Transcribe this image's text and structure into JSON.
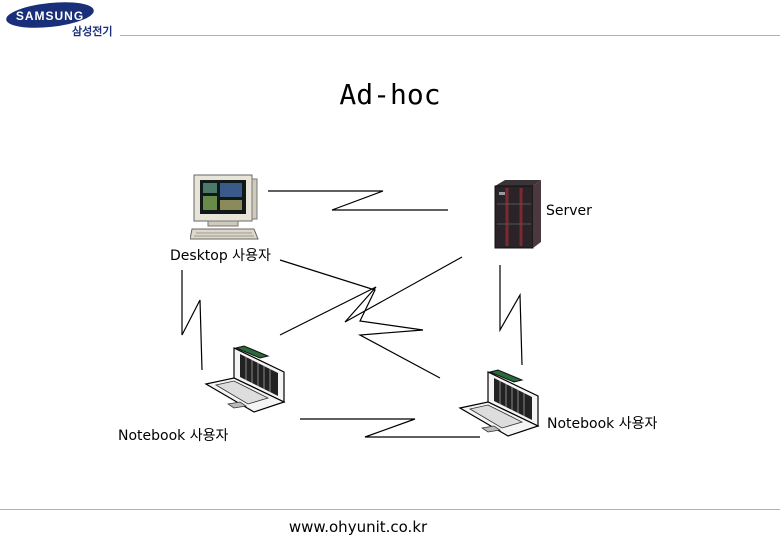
{
  "header": {
    "logo_text": "SAMSUNG",
    "logo_subtext": "삼성전기"
  },
  "title": "Ad-hoc",
  "nodes": {
    "desktop": {
      "label": "Desktop 사용자",
      "icon": "desktop-computer-icon"
    },
    "server": {
      "label": "Server",
      "icon": "server-icon"
    },
    "notebook_left": {
      "label": "Notebook 사용자",
      "icon": "laptop-icon"
    },
    "notebook_right": {
      "label": "Notebook 사용자",
      "icon": "laptop-icon"
    }
  },
  "footer": {
    "url": "www.ohyunit.co.kr"
  },
  "colors": {
    "brand": "#1a2f7a",
    "rule": "#c9b07a"
  }
}
